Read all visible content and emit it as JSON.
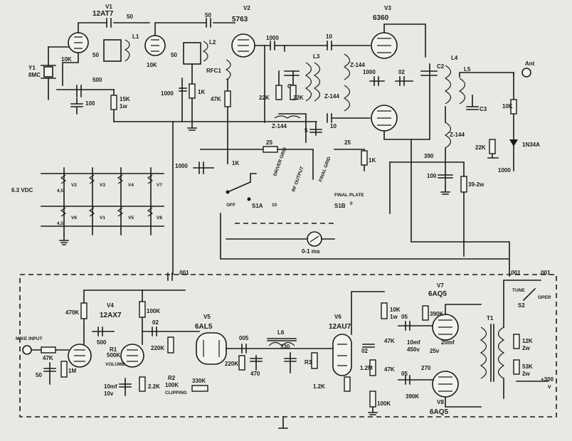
{
  "tubes": {
    "v1_ref": "V1",
    "v1_type": "12AT7",
    "v2_ref": "V2",
    "v2_type": "5763",
    "v3_ref": "V3",
    "v3_type": "6360",
    "v4_ref": "V4",
    "v4_type": "12AX7",
    "v5_ref": "V5",
    "v5_type": "6AL5",
    "v6_ref": "V6",
    "v6_type": "12AU7",
    "v7_ref": "V7",
    "v7_type": "6AQ5",
    "v8_ref": "V8",
    "v8_type": "6AQ5"
  },
  "crystal": {
    "ref": "Y1",
    "freq": "8MC"
  },
  "rf_parts": {
    "c_50a": "50",
    "c_50b": "50",
    "c_50c": "50",
    "c_50d": "50",
    "r_10k_v1": "10K",
    "r_10k_v2": "10K",
    "c_500": "500",
    "c_100": "100",
    "r_15k": "15K",
    "r_15k_w": "1w",
    "c_1000_v2": "1000",
    "c_1000_a": "1000",
    "c_1000_b": "1000",
    "c_1000_c": "1000",
    "c_1000_d": "1000",
    "c_10a": "10",
    "c_10b": "10",
    "c_5": "5",
    "c_02": "02",
    "r_1k_a": "1K",
    "r_1k_b": "1K",
    "r_1k_c": "1K",
    "r_47k": "47K",
    "r_22k_a": "22K",
    "r_22k_b": "22K",
    "r_22k_c": "22K",
    "r_25a": "25",
    "r_25b": "25",
    "r_390": "390",
    "c_100b": "100",
    "r_39_2w": "39-2w",
    "r_10k_ant": "10K",
    "c_L1": "L1",
    "c_L2": "L2",
    "c_L3": "L3",
    "c_L4": "L4",
    "c_L5": "L5",
    "rfc1": "RFC1",
    "c1": "C1",
    "c2": "C2",
    "c3": "C3",
    "z144_a": "Z-144",
    "z144_b": "Z-144",
    "z144_c": "Z-144",
    "z144_d": "Z-144",
    "diode": "1N34A",
    "ant": "Ant"
  },
  "heaters": {
    "supply": "6.3 VDC",
    "row1": [
      "V2",
      "V3",
      "V4",
      "V7"
    ],
    "row2": [
      "V6",
      "V1",
      "V5",
      "V8"
    ],
    "pins": "4,5"
  },
  "meter": {
    "s1a": "S1A",
    "s1b": "S1B",
    "meter_range": "0-1 ma",
    "drive_grid": "DRIVER GRID",
    "rf_output": "RF OUTPUT",
    "final_grid": "FINAL GRID",
    "final_plate": "FINAL PLATE",
    "pos_off": "OFF",
    "pos_10": "10",
    "pos_0": "0"
  },
  "modulator": {
    "mike_input": "MIKE INPUT",
    "r_470k": "470K",
    "r_47k": "47K",
    "c_50": "50",
    "r_1m": "1M",
    "c_500": "500",
    "r1": "R1",
    "r1_val": "500K",
    "r1_name": "VOLUME",
    "r_100k": "100K",
    "c_02": "02",
    "r_220k": "220K",
    "c_10mf": "10mf",
    "c_10v": "10v",
    "r_22k": "2.2K",
    "r2": "R2",
    "r2_val": "100K",
    "r2_name": "CLIPPING",
    "r_330k": "330K",
    "c_005": "005",
    "r_220k_b": "220K",
    "l6": "L6",
    "c_470": "470",
    "r_330": "330",
    "r3": "R3",
    "c_02b": "02",
    "r_12m": "1.2M",
    "r_12k": "1.2K",
    "r_10k": "10K",
    "r_10k_w": "1w",
    "r_100k_b": "100K",
    "r_47k_a": "47K",
    "r_47k_b": "47K",
    "c_05a": "05",
    "c_05b": "05",
    "r_390k_a": "390K",
    "r_390k_b": "390K",
    "c_20mf": "20mf",
    "c_10mf_b": "10mf",
    "c_450v": "450v",
    "c_25v": "25v",
    "r_270": "270",
    "t1": "T1",
    "r_12k_2w": "12K",
    "r_12k_2w_w": "2w",
    "r_53k": "53K",
    "r_53k_w": "2w",
    "c_001a": ".001",
    "c_001b": ".001",
    "c_001c": ".001",
    "s2": "S2",
    "tune": "TUNE",
    "oper": "OPER",
    "b_plus": "+300",
    "b_plus_unit": "v"
  }
}
